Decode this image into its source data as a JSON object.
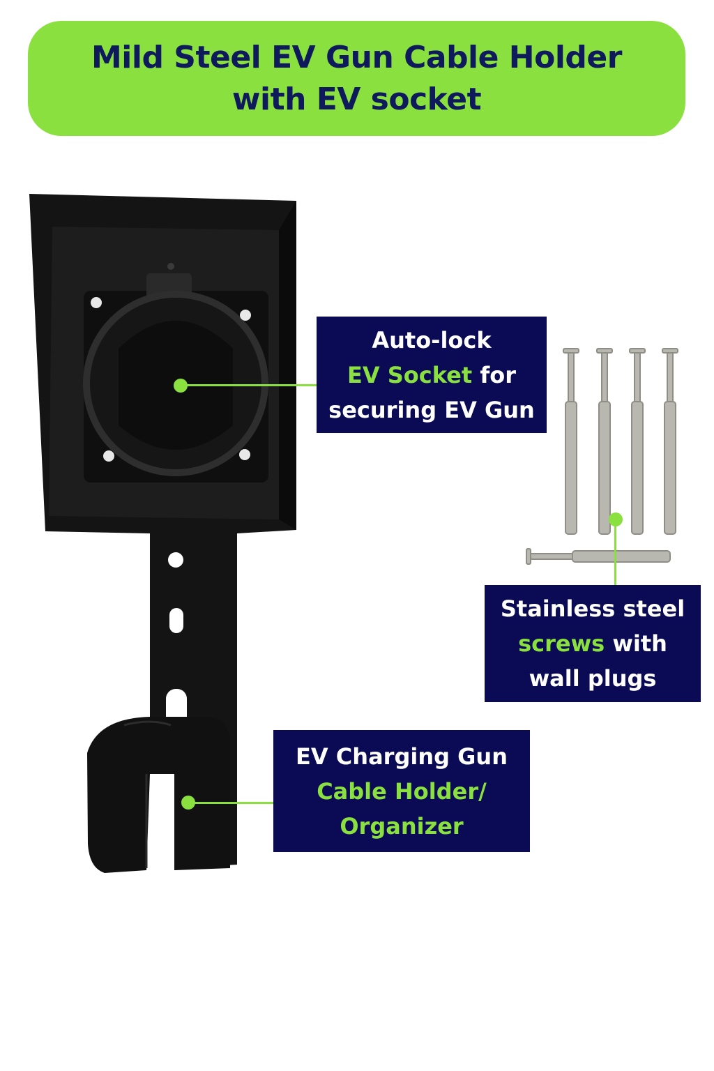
{
  "title": {
    "line1": "Mild Steel EV Gun Cable Holder",
    "line2": "with EV socket"
  },
  "callouts": {
    "socket": {
      "line1": "Auto-lock",
      "line2_highlight": "EV Socket",
      "line2_rest": " for",
      "line3": "securing EV Gun"
    },
    "screws": {
      "line1": "Stainless steel",
      "line2_highlight": "screws",
      "line2_rest": " with",
      "line3": "wall plugs"
    },
    "holder": {
      "line1": "EV Charging Gun",
      "line2_highlight": "Cable Holder/",
      "line3_highlight": "Organizer"
    }
  },
  "colors": {
    "banner_green": "#8ae03f",
    "title_navy": "#0e1a5c",
    "callout_navy": "#0b0b55",
    "product_black": "#141414"
  },
  "icons": {
    "holder": "ev-cable-holder-product",
    "screws": "screws-with-wall-plugs"
  }
}
